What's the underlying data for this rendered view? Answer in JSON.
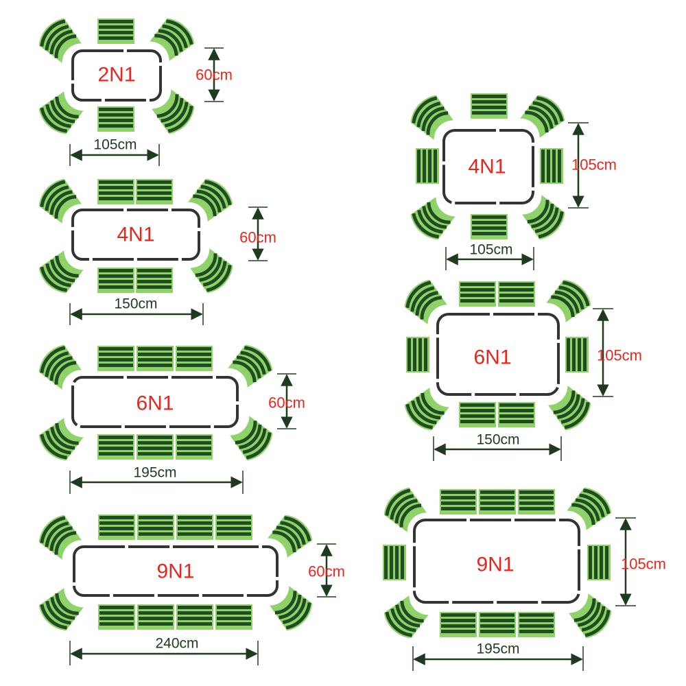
{
  "colors": {
    "chair_dark": "#1f4d20",
    "chair_light": "#8fd26a",
    "table_outline": "#333333",
    "dimension_line": "#1e3b1f",
    "label_red": "#e8261c"
  },
  "layouts": [
    {
      "id": "a",
      "name": "2N1",
      "width": "105cm",
      "depth": "60cm"
    },
    {
      "id": "b",
      "name": "4N1",
      "width": "150cm",
      "depth": "60cm"
    },
    {
      "id": "c",
      "name": "6N1",
      "width": "195cm",
      "depth": "60cm"
    },
    {
      "id": "d",
      "name": "9N1",
      "width": "240cm",
      "depth": "60cm"
    },
    {
      "id": "e",
      "name": "4N1",
      "width": "105cm",
      "depth": "105cm"
    },
    {
      "id": "f",
      "name": "6N1",
      "width": "150cm",
      "depth": "105cm"
    },
    {
      "id": "g",
      "name": "9N1",
      "width": "195cm",
      "depth": "105cm"
    }
  ]
}
